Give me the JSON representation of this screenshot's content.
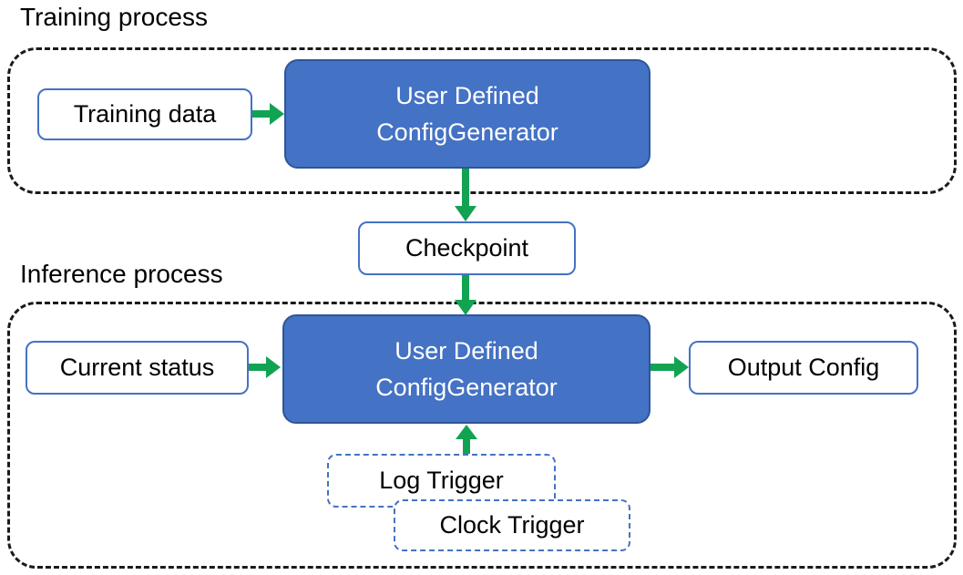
{
  "colors": {
    "canvas_bg": "#ffffff",
    "generator_fill": "#4472C4",
    "generator_border": "#2F5597",
    "box_border": "#4472C4",
    "arrow_green": "#12A352",
    "container_dash": "#1a1a1a",
    "text_dark": "#000000",
    "text_light": "#ffffff"
  },
  "training": {
    "title": "Training process",
    "input_label": "Training data",
    "generator": {
      "line1": "User Defined",
      "line2": "ConfigGenerator"
    }
  },
  "checkpoint": {
    "label": "Checkpoint"
  },
  "inference": {
    "title": "Inference process",
    "input_label": "Current status",
    "generator": {
      "line1": "User Defined",
      "line2": "ConfigGenerator"
    },
    "output_label": "Output Config",
    "triggers": {
      "log": "Log Trigger",
      "clock": "Clock Trigger"
    }
  }
}
